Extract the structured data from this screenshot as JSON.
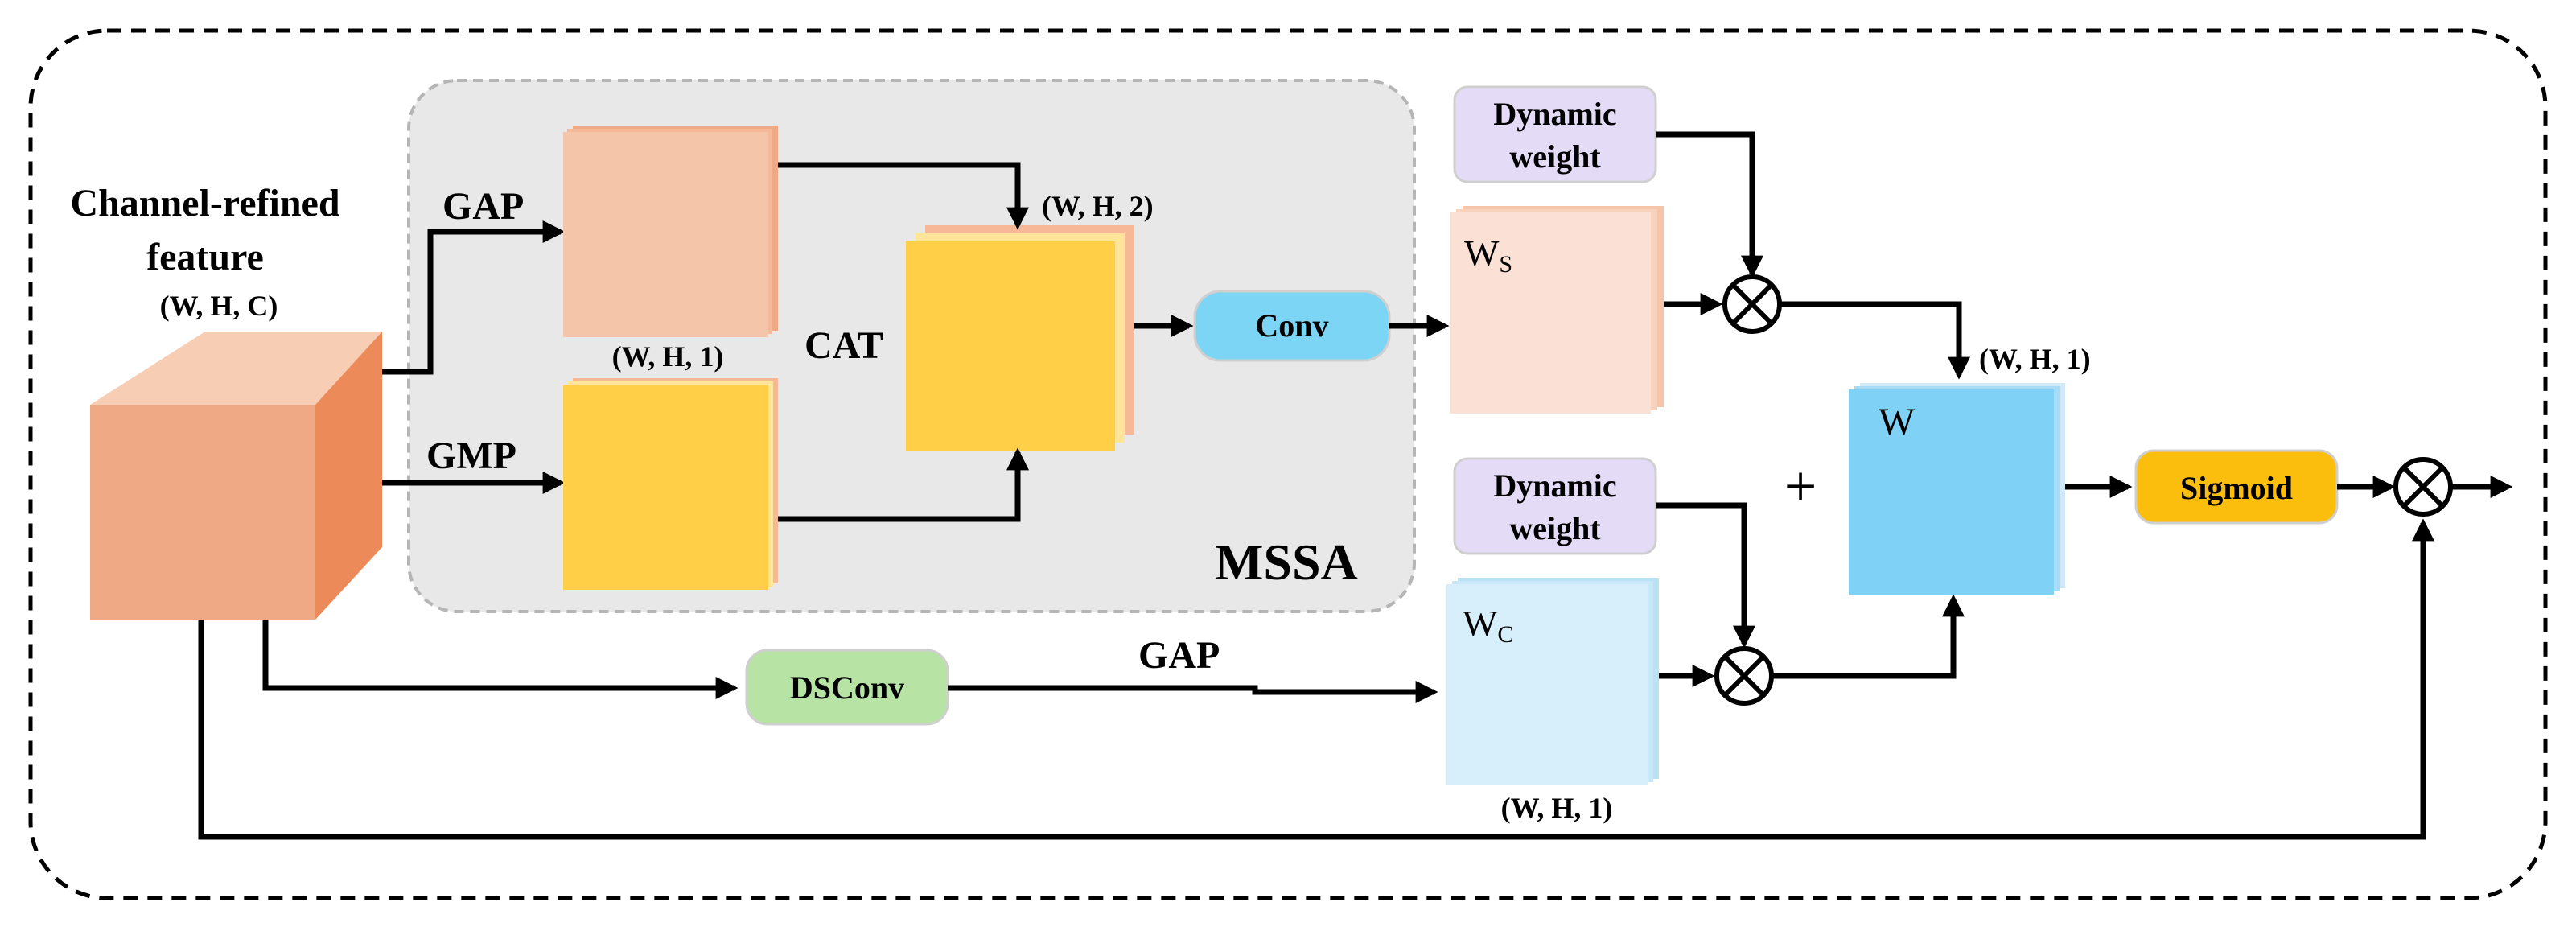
{
  "input": {
    "title_line1": "Channel-refined",
    "title_line2": "feature",
    "dims": "(W, H, C)"
  },
  "mssa": {
    "label": "MSSA",
    "gap_label": "GAP",
    "gmp_label": "GMP",
    "gap_dims": "(W, H, 1)",
    "cat_label": "CAT",
    "cat_dims": "(W, H, 2)",
    "conv_label": "Conv"
  },
  "dynamic_weight_top": {
    "line1": "Dynamic",
    "line2": "weight"
  },
  "dynamic_weight_bottom": {
    "line1": "Dynamic",
    "line2": "weight"
  },
  "ws": {
    "main": "W",
    "sub": "S"
  },
  "wc": {
    "main": "W",
    "sub": "C",
    "dims": "(W, H, 1)"
  },
  "w_block": {
    "label": "W",
    "dims": "(W, H, 1)"
  },
  "plus": "+",
  "sigmoid": "Sigmoid",
  "dsconv": "DSConv",
  "bottom_gap": "GAP",
  "colors": {
    "orange_light": "#f5c5aa",
    "orange_face": "#f0a985",
    "orange_side": "#ec8b59",
    "orange_top": "#f7cdb3",
    "yellow": "#ffd047",
    "purple": "#e4dcf7",
    "ws_fill": "#fae0d5",
    "wc_fill": "#d6effa",
    "w_fill": "#7fd1f6",
    "conv_fill": "#7dd5f5",
    "sigmoid_fill": "#fbbe0d",
    "dsconv_fill": "#b7e3a5",
    "mssa_bg": "#e8e8e8"
  }
}
